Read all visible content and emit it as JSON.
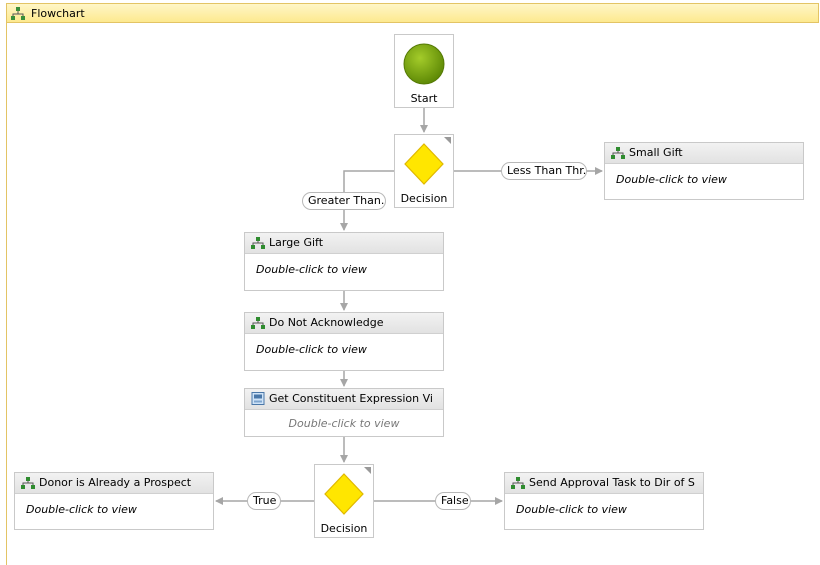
{
  "flowchart": {
    "title": "Flowchart"
  },
  "nodes": {
    "start": {
      "label": "Start",
      "color": "#7aa30c"
    },
    "decision1": {
      "label": "Decision"
    },
    "decision2": {
      "label": "Decision"
    }
  },
  "activities": {
    "small_gift": {
      "title": "Small Gift",
      "body": "Double-click to view"
    },
    "large_gift": {
      "title": "Large Gift",
      "body": "Double-click to view"
    },
    "do_not_ack": {
      "title": "Do Not Acknowledge",
      "body": "Double-click to view"
    },
    "get_constituent": {
      "title": "Get Constituent Expression Vi",
      "body": "Double-click to view"
    },
    "donor_prospect": {
      "title": "Donor is Already a Prospect",
      "body": "Double-click to view"
    },
    "send_approval": {
      "title": "Send Approval Task to Dir of S",
      "body": "Double-click to view"
    }
  },
  "connectors": {
    "less_than": "Less Than Thr...",
    "greater_than": "Greater Than...",
    "true": "True",
    "false": "False"
  },
  "colors": {
    "decision_fill": "#ffe600",
    "activity_icon": "#2e8b2e",
    "wire": "#a6a6a6"
  }
}
